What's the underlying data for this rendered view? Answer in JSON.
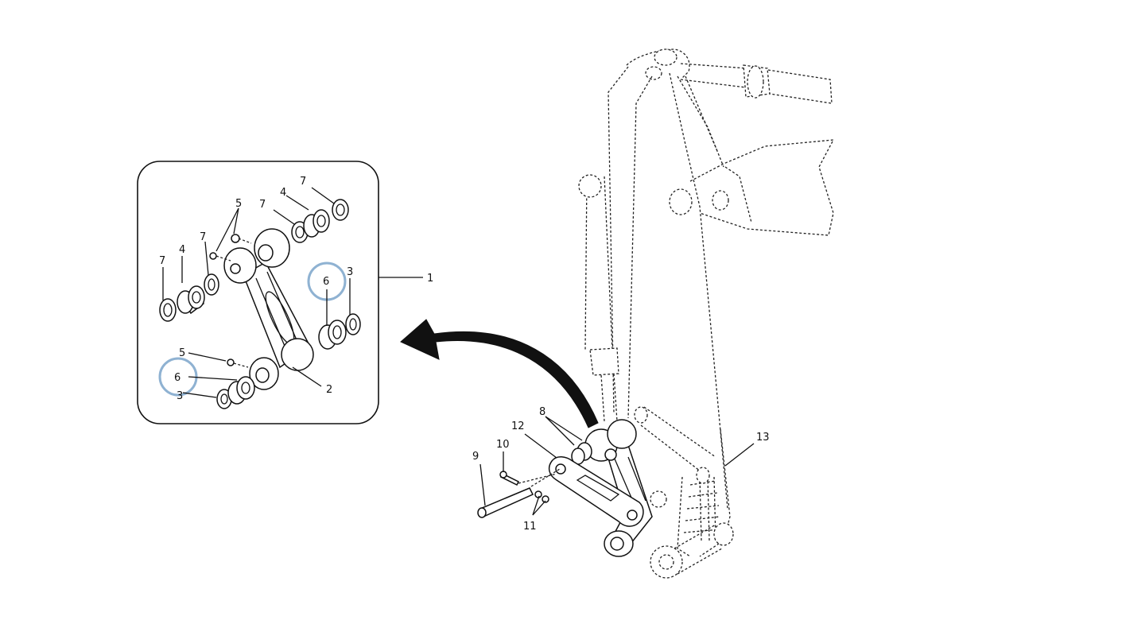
{
  "labels": {
    "l1": "1",
    "l2": "2",
    "l3a": "3",
    "l3b": "3",
    "l4a": "4",
    "l4b": "4",
    "l5a": "5",
    "l5b": "5",
    "l6a": "6",
    "l6b": "6",
    "l7a": "7",
    "l7b": "7",
    "l7c": "7",
    "l7d": "7",
    "l8": "8",
    "l9": "9",
    "l10": "10",
    "l11": "11",
    "l12": "12",
    "l13": "13"
  },
  "colors": {
    "highlight": "#8fb2d2",
    "line": "#111111",
    "background": "#ffffff"
  }
}
